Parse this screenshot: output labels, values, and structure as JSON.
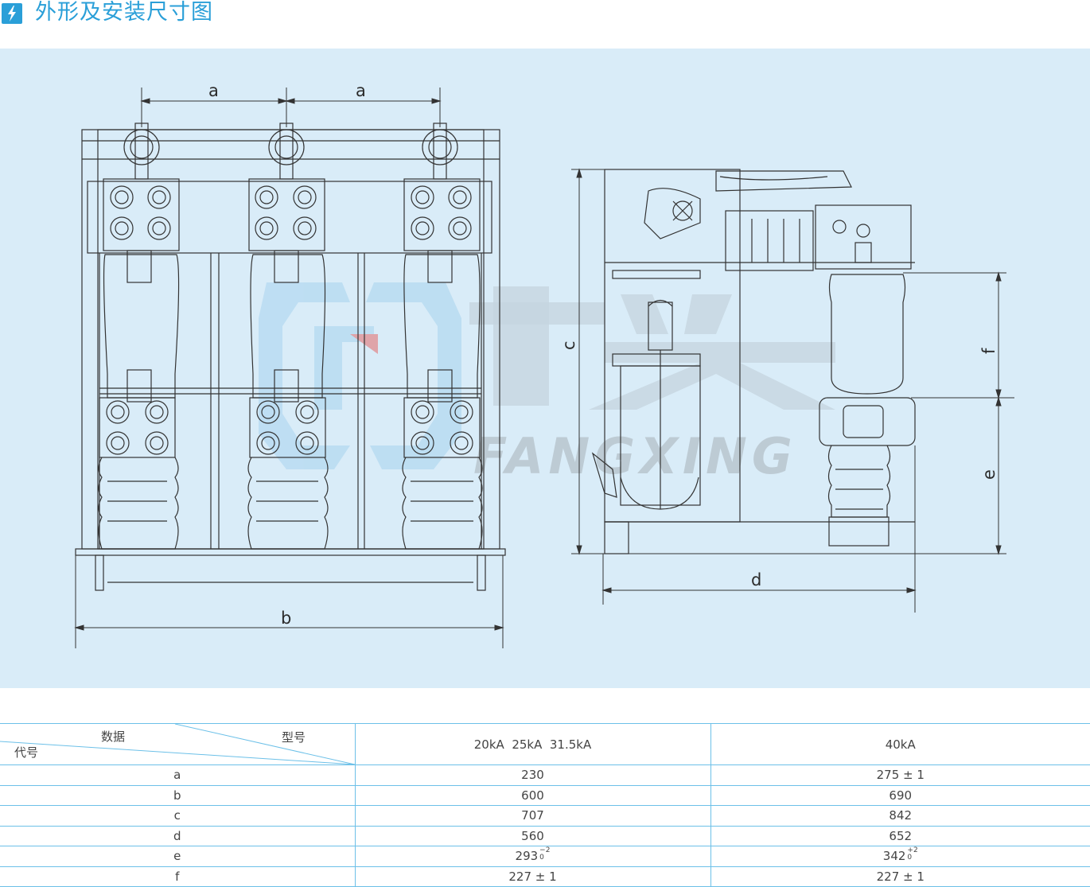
{
  "header": {
    "title": "外形及安装尺寸图",
    "icon": "lightning-icon",
    "accent_color": "#2a9fd8"
  },
  "drawing": {
    "background_color": "#d9ecf8",
    "dimension_labels": {
      "a1": "a",
      "a2": "a",
      "b": "b",
      "c": "c",
      "d": "d",
      "e": "e",
      "f": "f"
    },
    "watermark": {
      "brand_cn": "方兴",
      "brand_en": "FANGXING"
    }
  },
  "table": {
    "corner": {
      "top_left": "数据",
      "top_right": "型号",
      "bottom_left": "代号"
    },
    "columns": [
      "20kA  25kA  31.5kA",
      "40kA"
    ],
    "rows": [
      {
        "code": "a",
        "v1": "230",
        "v2": "275 ± 1"
      },
      {
        "code": "b",
        "v1": "600",
        "v2": "690"
      },
      {
        "code": "c",
        "v1": "707",
        "v2": "842"
      },
      {
        "code": "d",
        "v1": "560",
        "v2": "652"
      },
      {
        "code": "e",
        "v1": "293",
        "v1_tol_upper": "−2",
        "v1_tol_lower": "0",
        "v2": "342",
        "v2_tol_upper": "+2",
        "v2_tol_lower": "0"
      },
      {
        "code": "f",
        "v1": "227 ± 1",
        "v2": "227 ± 1"
      }
    ]
  }
}
